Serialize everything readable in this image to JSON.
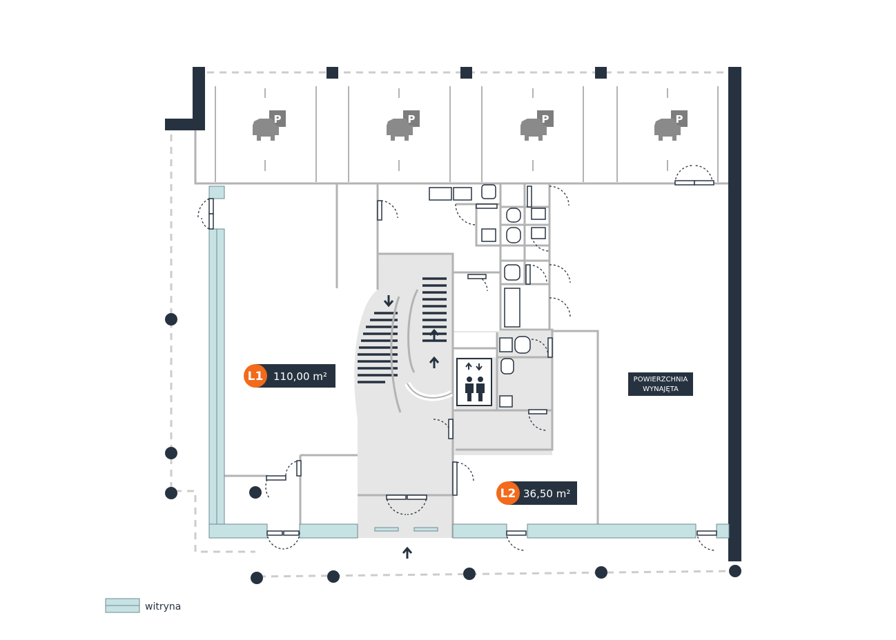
{
  "units": [
    {
      "id": "L1",
      "area": "110,00 m²"
    },
    {
      "id": "L2",
      "area": "36,50 m²"
    }
  ],
  "rented_label": {
    "line1": "POWIERZCHNIA",
    "line2": "WYNAJĘTA"
  },
  "parking": {
    "sign": "P",
    "count": 4
  },
  "legend": {
    "label": "witryna"
  },
  "colors": {
    "dark": "#273240",
    "accent": "#f26a1b",
    "glass": "#c7e2e3",
    "wall": "#b3b3b3",
    "core": "#e6e6e6"
  }
}
